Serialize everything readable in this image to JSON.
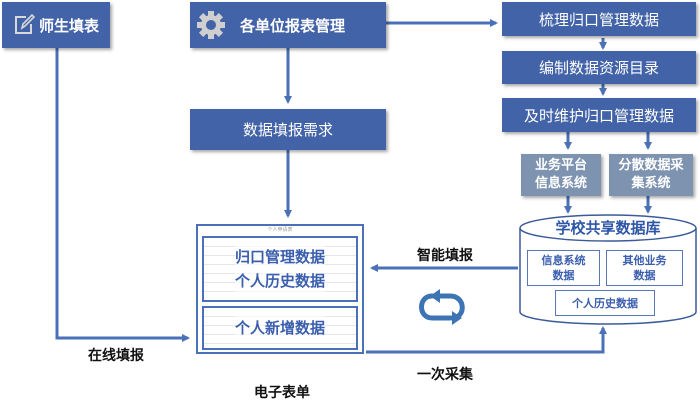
{
  "nodes": {
    "teacher_fill": "师生填表",
    "unit_manage": "各单位报表管理",
    "data_requirement": "数据填报需求",
    "sort_data": "梳理归口管理数据",
    "compile_catalog": "编制数据资源目录",
    "maintain_data": "及时维护归口管理数据",
    "biz_platform": [
      "业务平台",
      "信息系统"
    ],
    "scatter_collect": [
      "分散数据采",
      "集系统"
    ]
  },
  "database": {
    "title": "学校共享数据库",
    "items": [
      [
        "信息系统",
        "数据"
      ],
      [
        "其他业务",
        "数据"
      ],
      [
        "个人历史数据"
      ]
    ]
  },
  "form": {
    "title": "个人申请表",
    "section1": [
      "归口管理数据",
      "个人历史数据"
    ],
    "section2": [
      "个人新增数据"
    ],
    "caption": "电子表单"
  },
  "edges": {
    "online_fill": "在线填报",
    "smart_fill": "智能填报",
    "single_collect": "一次采集"
  },
  "colors": {
    "primary_box": "#4263a8",
    "secondary_box": "#7e93b0",
    "line": "#4a70b8"
  }
}
